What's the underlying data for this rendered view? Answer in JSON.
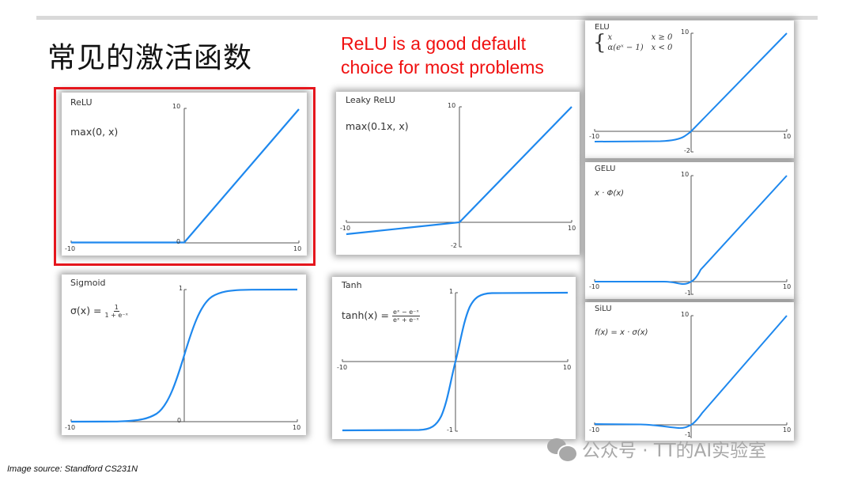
{
  "slide": {
    "title": "常见的激活函数",
    "note_line1": "ReLU is a good default",
    "note_line2": "choice for most problems",
    "source": "Image source: Standford CS231N",
    "watermark": "公众号 · TT的AI实验室",
    "colors": {
      "curve": "#1e88ee",
      "highlight": "#e5161d",
      "note": "#f01010",
      "axis": "#555555"
    }
  },
  "panels": {
    "relu": {
      "title": "ReLU",
      "formula": "max(0, x)",
      "xmin": "-10",
      "xmax": "10",
      "ytop": "10",
      "ybot": "0"
    },
    "leaky": {
      "title": "Leaky ReLU",
      "formula": "max(0.1x, x)",
      "xmin": "-10",
      "xmax": "10",
      "ytop": "10",
      "ybot": "-2"
    },
    "sigmoid": {
      "title": "Sigmoid",
      "formula_lhs": "σ(x) =",
      "formula_num": "1",
      "formula_den": "1 + e⁻ˣ",
      "xmin": "-10",
      "xmax": "10",
      "ytop": "1",
      "ybot": "0"
    },
    "tanh": {
      "title": "Tanh",
      "formula_lhs": "tanh(x) =",
      "formula_num": "eˣ − e⁻ˣ",
      "formula_den": "eˣ + e⁻ˣ",
      "xmin": "-10",
      "xmax": "10",
      "ytop": "1",
      "ybot": "-1"
    },
    "elu": {
      "title": "ELU",
      "case1_expr": "x",
      "case1_cond": "x ≥ 0",
      "case2_expr": "α(eˣ − 1)",
      "case2_cond": "x < 0",
      "xmin": "-10",
      "xmax": "10",
      "ytop": "10",
      "ybot": "-2"
    },
    "gelu": {
      "title": "GELU",
      "formula": "x · Φ(x)",
      "xmin": "-10",
      "xmax": "10",
      "ytop": "10",
      "ybot": "-1"
    },
    "silu": {
      "title": "SiLU",
      "formula": "f(x) = x · σ(x)",
      "xmin": "-10",
      "xmax": "10",
      "ytop": "10",
      "ybot": "-1"
    }
  },
  "chart_data": [
    {
      "type": "line",
      "title": "ReLU",
      "subtitle": "max(0, x)",
      "xlim": [
        -10,
        10
      ],
      "ylim": [
        0,
        10
      ],
      "x": [
        -10,
        0,
        10
      ],
      "series": [
        {
          "name": "ReLU",
          "values": [
            0,
            0,
            10
          ]
        }
      ],
      "grid": false
    },
    {
      "type": "line",
      "title": "Leaky ReLU",
      "subtitle": "max(0.1x, x)",
      "xlim": [
        -10,
        10
      ],
      "ylim": [
        -2,
        10
      ],
      "x": [
        -10,
        0,
        10
      ],
      "series": [
        {
          "name": "Leaky ReLU",
          "values": [
            -1,
            0,
            10
          ]
        }
      ],
      "grid": false
    },
    {
      "type": "line",
      "title": "Sigmoid",
      "subtitle": "σ(x) = 1/(1+e^-x)",
      "xlim": [
        -10,
        10
      ],
      "ylim": [
        0,
        1
      ],
      "x": [
        -10,
        -5,
        -2,
        0,
        2,
        5,
        10
      ],
      "series": [
        {
          "name": "Sigmoid",
          "values": [
            0.0,
            0.007,
            0.12,
            0.5,
            0.88,
            0.993,
            1.0
          ]
        }
      ],
      "grid": false
    },
    {
      "type": "line",
      "title": "Tanh",
      "subtitle": "tanh(x) = (e^x - e^-x)/(e^x + e^-x)",
      "xlim": [
        -10,
        10
      ],
      "ylim": [
        -1,
        1
      ],
      "x": [
        -10,
        -3,
        -1,
        0,
        1,
        3,
        10
      ],
      "series": [
        {
          "name": "Tanh",
          "values": [
            -1.0,
            -0.995,
            -0.76,
            0,
            0.76,
            0.995,
            1.0
          ]
        }
      ],
      "grid": false
    },
    {
      "type": "line",
      "title": "ELU",
      "subtitle": "x if x≥0; α(e^x−1) if x<0",
      "xlim": [
        -10,
        10
      ],
      "ylim": [
        -2,
        10
      ],
      "x": [
        -10,
        -3,
        -1,
        0,
        10
      ],
      "series": [
        {
          "name": "ELU",
          "values": [
            -1.0,
            -0.95,
            -0.63,
            0,
            10
          ]
        }
      ],
      "grid": false
    },
    {
      "type": "line",
      "title": "GELU",
      "subtitle": "x · Φ(x)",
      "xlim": [
        -10,
        10
      ],
      "ylim": [
        -1,
        10
      ],
      "x": [
        -10,
        -2,
        -0.75,
        0,
        1,
        10
      ],
      "series": [
        {
          "name": "GELU",
          "values": [
            0,
            -0.05,
            -0.17,
            0,
            0.84,
            10
          ]
        }
      ],
      "grid": false
    },
    {
      "type": "line",
      "title": "SiLU",
      "subtitle": "f(x) = x · σ(x)",
      "xlim": [
        -10,
        10
      ],
      "ylim": [
        -1,
        10
      ],
      "x": [
        -10,
        -3,
        -1.28,
        0,
        1,
        10
      ],
      "series": [
        {
          "name": "SiLU",
          "values": [
            0,
            -0.14,
            -0.28,
            0,
            0.73,
            10
          ]
        }
      ],
      "grid": false
    }
  ]
}
